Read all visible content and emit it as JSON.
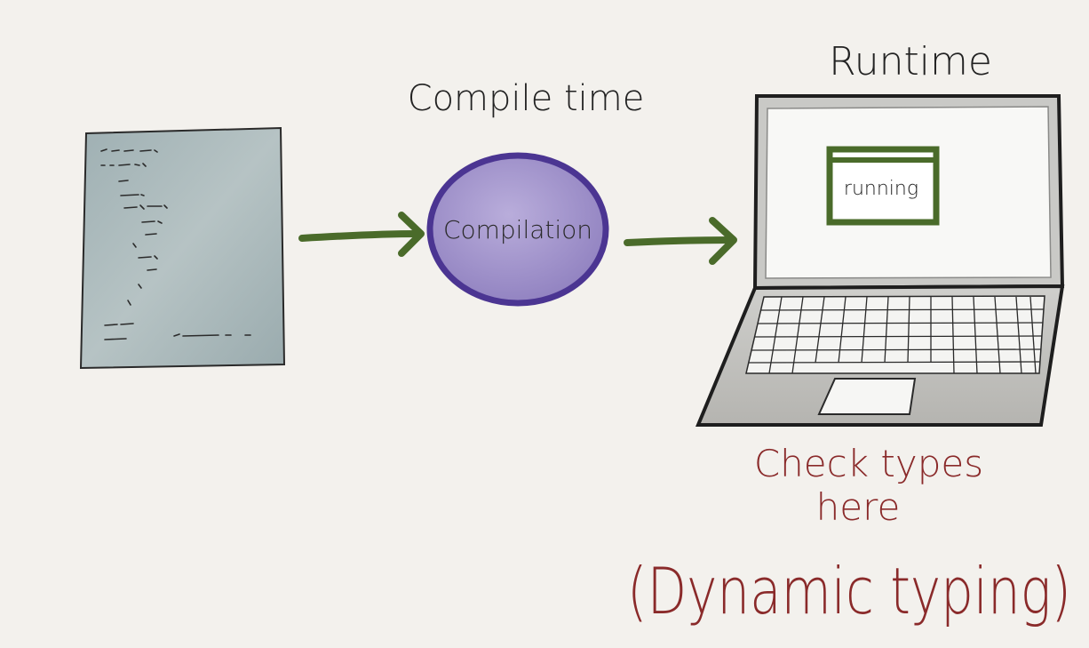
{
  "labels": {
    "runtime": "Runtime",
    "compile_time": "Compile time",
    "compilation": "Compilation",
    "running": "running",
    "check_types_line1": "Check types",
    "check_types_line2": "here",
    "dynamic_typing": "(Dynamic typing)"
  },
  "colors": {
    "background": "#f3f1ed",
    "arrow_green": "#4a6b2a",
    "bubble_fill": "#9c8fc4",
    "bubble_stroke": "#4b3592",
    "paper_fill": "#a8b7b9",
    "screen_frame": "#bdbdbb",
    "screen_window_border": "#4a6b2a",
    "annotation_red": "#8a2a2a",
    "ink": "#1e1e1e"
  },
  "icons": {
    "source_file": "code-document-icon",
    "compiler": "compilation-bubble-icon",
    "computer": "laptop-icon"
  }
}
